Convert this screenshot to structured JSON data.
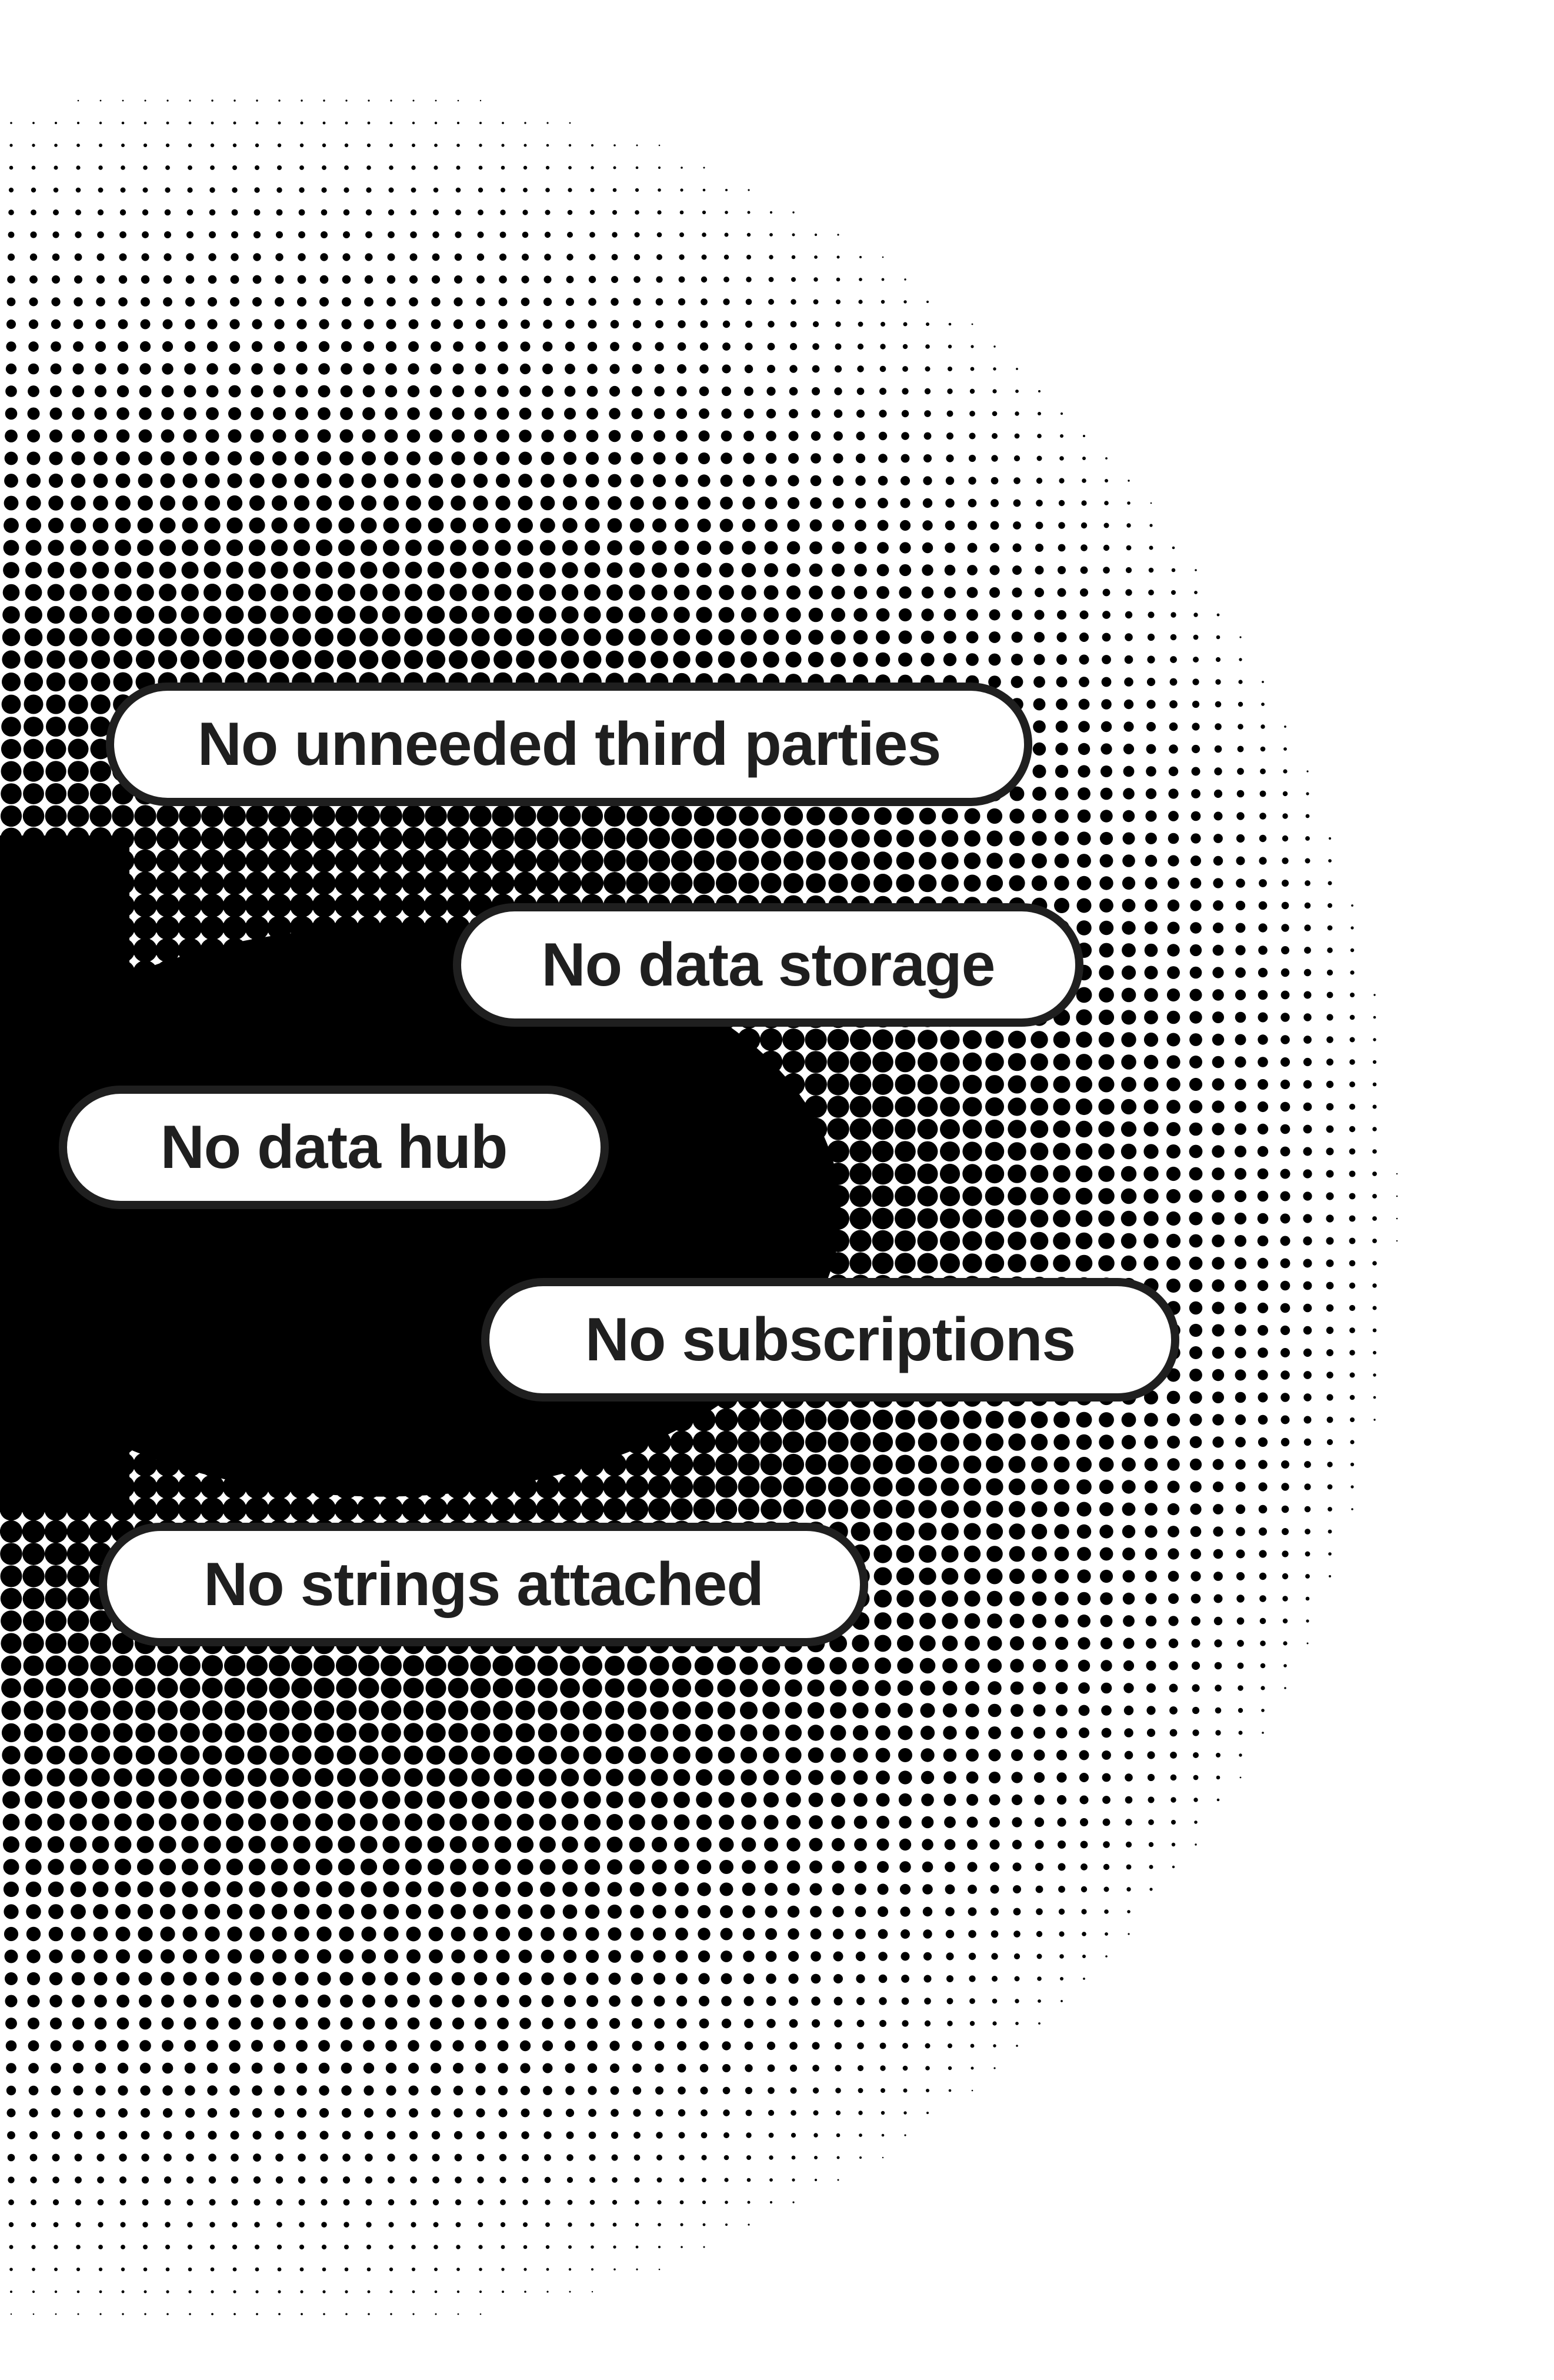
{
  "pills": [
    "No unneeded third parties",
    "No data storage",
    "No data hub",
    "No subscriptions",
    "No strings attached"
  ],
  "colors": {
    "ink": "#000000",
    "pill_text": "#1f1f1f",
    "pill_fill": "#ffffff",
    "background": "#ffffff"
  }
}
